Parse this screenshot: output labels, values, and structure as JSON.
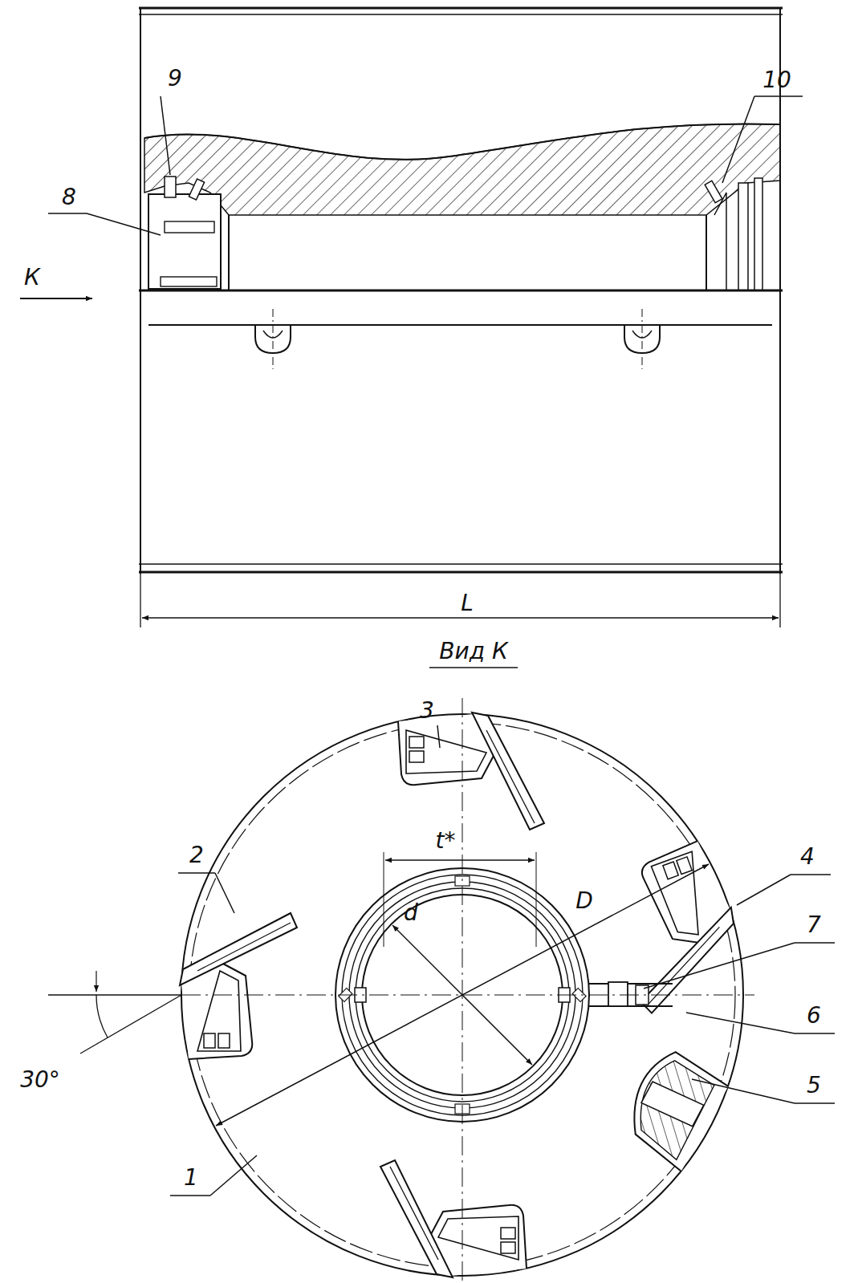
{
  "diagram": {
    "labels": [
      "9",
      "8",
      "10",
      "К",
      "L",
      "Вид К",
      "3",
      "t*",
      "2",
      "4",
      "D",
      "7",
      "d",
      "30°",
      "6",
      "5",
      "1"
    ]
  }
}
